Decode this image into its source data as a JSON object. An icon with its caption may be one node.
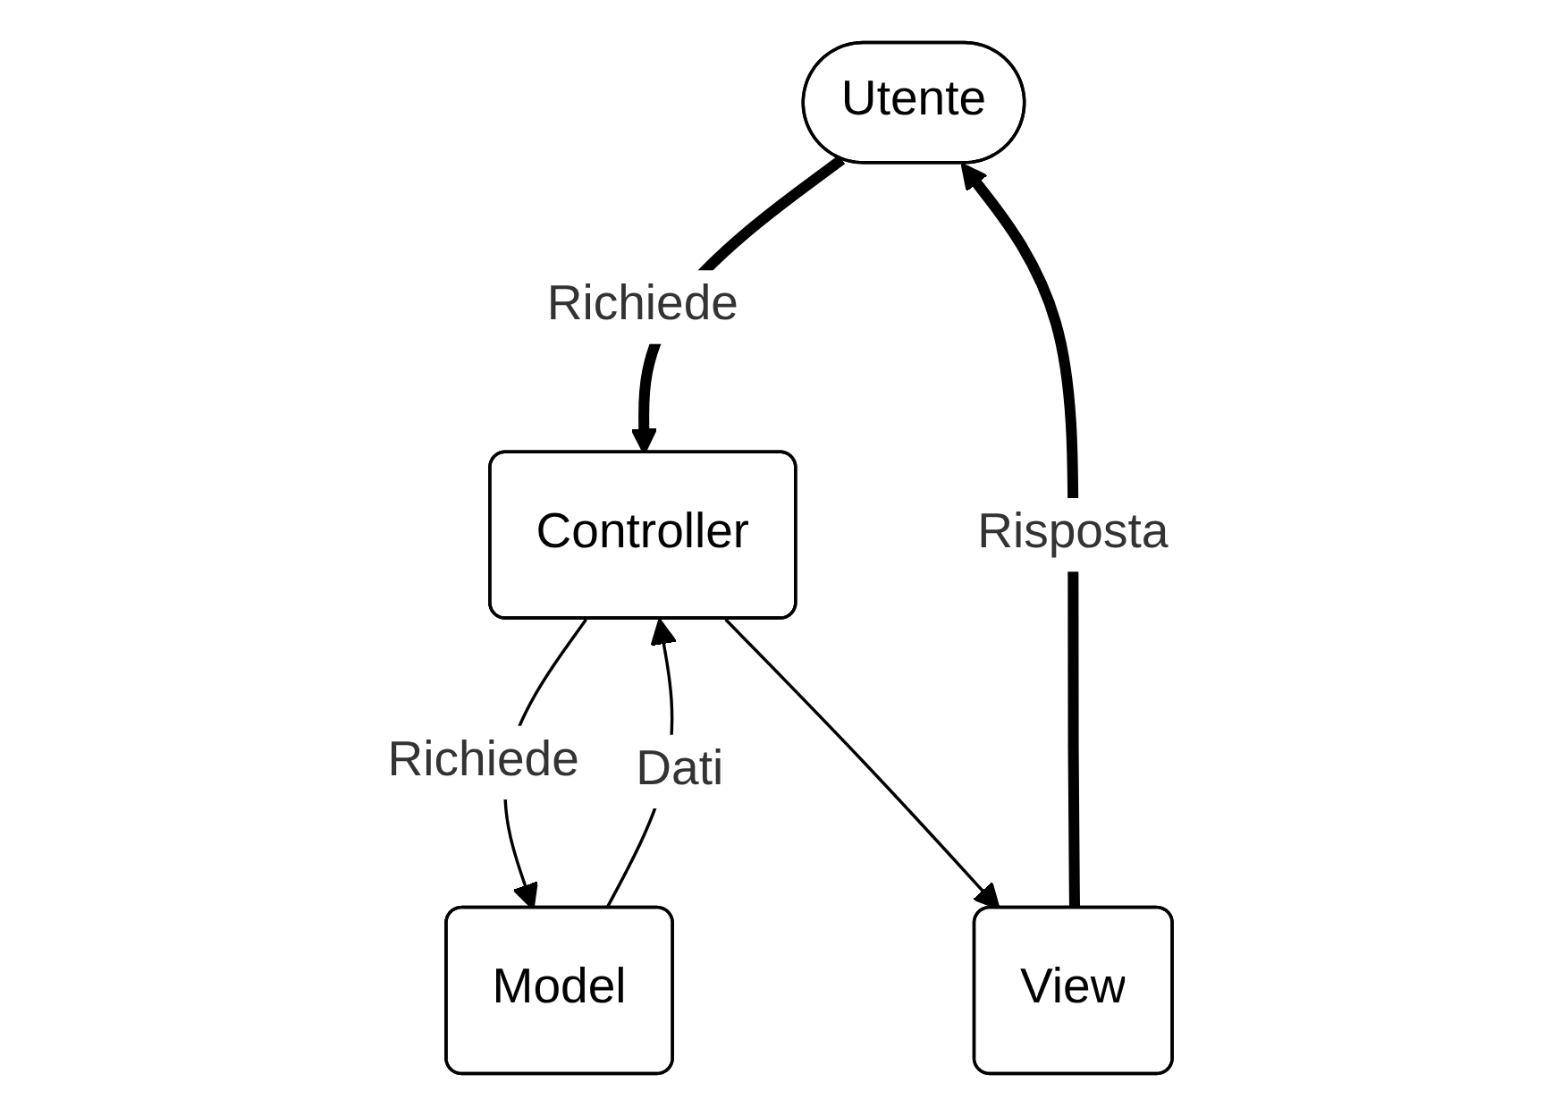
{
  "diagram": {
    "nodes": [
      {
        "text": [
          "Utente"
        ]
      },
      {
        "text": [
          "Controller"
        ]
      },
      {
        "text": [
          "Model"
        ]
      },
      {
        "text": [
          "View"
        ]
      }
    ],
    "edges": [
      {
        "from": 0,
        "to": 1,
        "arrow": "to",
        "label": "Richiede",
        "style": "thick"
      },
      {
        "from": 1,
        "to": 2,
        "arrow": "to",
        "label": "Richiede"
      },
      {
        "from": 2,
        "to": 1,
        "arrow": "to",
        "label": "Dati"
      },
      {
        "from": 1,
        "to": 3,
        "arrow": "to"
      },
      {
        "from": 3,
        "to": 0,
        "arrow": "to",
        "label": "Risposta",
        "style": "thick"
      }
    ]
  }
}
